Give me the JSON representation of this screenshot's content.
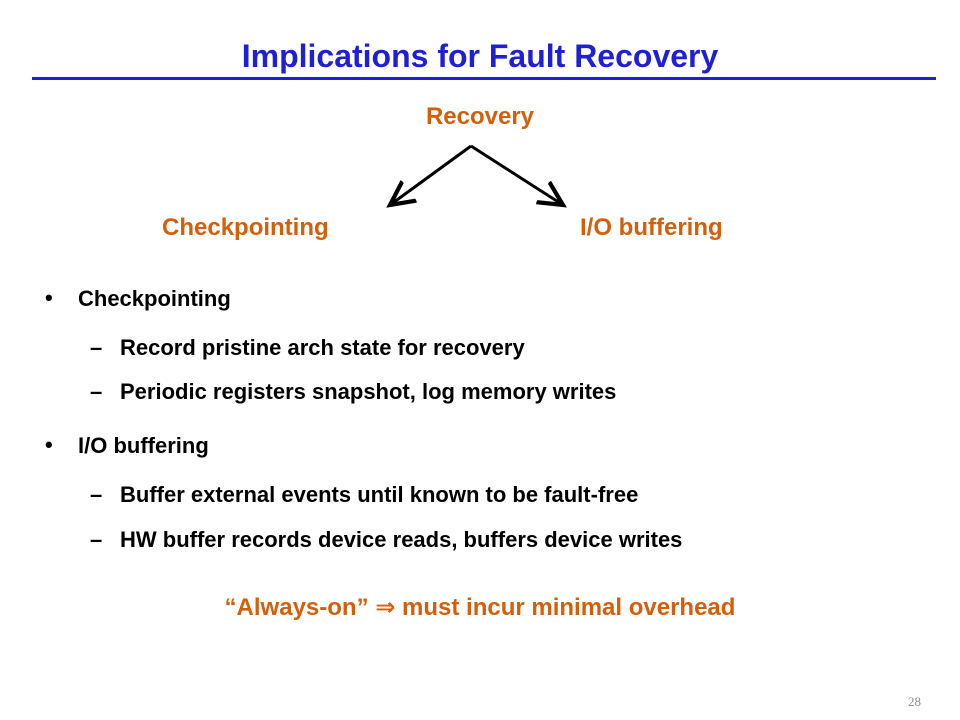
{
  "slide": {
    "title": "Implications for Fault Recovery",
    "page_number": "28"
  },
  "diagram": {
    "root": "Recovery",
    "children": [
      "Checkpointing",
      "I/O buffering"
    ]
  },
  "bullets": [
    {
      "label": "Checkpointing",
      "subitems": [
        "Record pristine arch state for recovery",
        "Periodic registers snapshot, log memory writes"
      ]
    },
    {
      "label": "I/O buffering",
      "subitems": [
        "Buffer external events until known to be fault-free",
        "HW buffer records device reads, buffers device writes"
      ]
    }
  ],
  "tagline": "“Always-on”  ⇒  must incur minimal overhead",
  "colors": {
    "title": "#1f1fd6",
    "accent": "#d35f0a",
    "text": "#000000"
  }
}
